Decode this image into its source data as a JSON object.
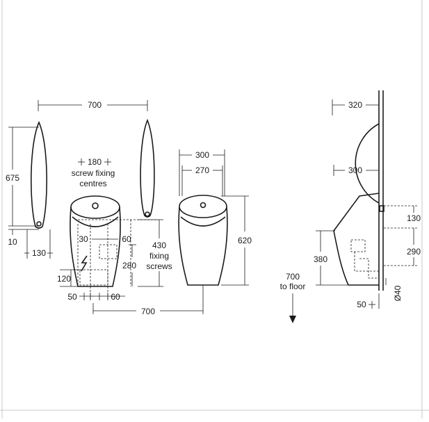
{
  "front_view": {
    "overall_width": "700",
    "sensor_height": "675",
    "sensor_bottom_offset": "10",
    "sensor_width": "130",
    "screw_centres_value": "180",
    "screw_centres_line1": "screw fixing",
    "screw_centres_line2": "centres",
    "left_offset_30": "30",
    "right_offset_60": "60",
    "fixing_screws_value": "430",
    "fixing_screws_line1": "fixing",
    "fixing_screws_line2": "screws",
    "dim_280": "280",
    "dim_120": "120",
    "bottom_50": "50",
    "bottom_60": "60",
    "bottom_700": "700"
  },
  "centre_view": {
    "outer_width": "300",
    "inner_width": "270",
    "height": "620"
  },
  "side_view": {
    "projection_top": "320",
    "projection_inner": "300",
    "dim_130": "130",
    "dim_290": "290",
    "dim_380": "380",
    "floor_value": "700",
    "floor_label": "to floor",
    "dim_50": "50",
    "diameter": "Ø40"
  }
}
